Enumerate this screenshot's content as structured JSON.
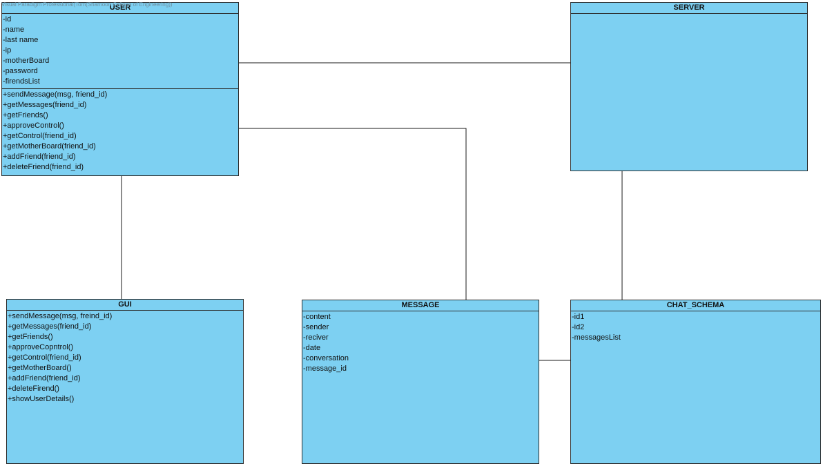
{
  "watermark": "Visual Paradigm Professional(Tom(Shamoon College of Engineering))",
  "colors": {
    "class_fill": "#7dd0f2",
    "border": "#2b2b2b",
    "link": "#1a1a1a"
  },
  "classes": {
    "user": {
      "name": "USER",
      "attributes": [
        "-id",
        "-name",
        "-last name",
        "-ip",
        "-motherBoard",
        "-password",
        "-firendsList"
      ],
      "operations": [
        "+sendMessage(msg, friend_id)",
        "+getMessages(friend_id)",
        "+getFriends()",
        "+approveControl()",
        "+getControl(friend_id)",
        "+getMotherBoard(friend_id)",
        "+addFriend(friend_id)",
        "+deleteFriend(friend_id)"
      ]
    },
    "server": {
      "name": "SERVER",
      "attributes": [],
      "operations": []
    },
    "gui": {
      "name": "GUI",
      "attributes": [],
      "operations": [
        "+sendMessage(msg, freind_id)",
        "+getMessages(friend_id)",
        "+getFriends()",
        "+approveCopntrol()",
        "+getControl(friend_id)",
        "+getMotherBoard()",
        "+addFriend(friend_id)",
        "+deleteFirend()",
        "+showUserDetails()"
      ]
    },
    "message": {
      "name": "MESSAGE",
      "attributes": [
        "-content",
        "-sender",
        "-reciver",
        "-date",
        "-conversation",
        "-message_id"
      ],
      "operations": []
    },
    "chat_schema": {
      "name": "CHAT_SCHEMA",
      "attributes": [
        "-id1",
        "-id2",
        "-messagesList"
      ],
      "operations": []
    }
  },
  "associations": [
    {
      "from": "user",
      "to": "server"
    },
    {
      "from": "user",
      "to": "message"
    },
    {
      "from": "user",
      "to": "gui"
    },
    {
      "from": "server",
      "to": "chat_schema"
    },
    {
      "from": "message",
      "to": "chat_schema"
    }
  ]
}
